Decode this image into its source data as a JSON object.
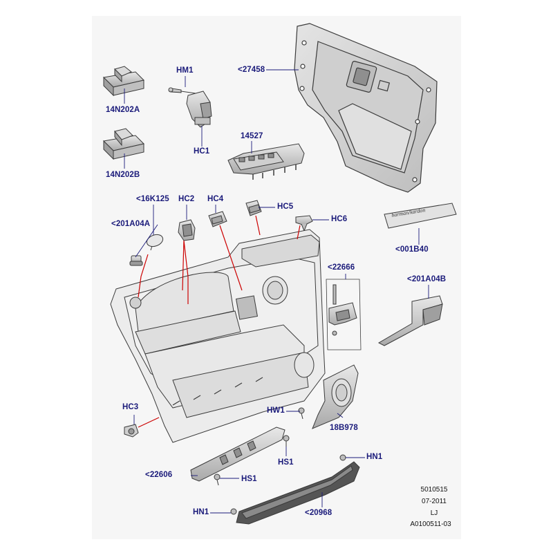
{
  "diagram": {
    "labels": {
      "part_27458": "<27458",
      "hm1": "HM1",
      "hc1": "HC1",
      "part_14527": "14527",
      "part_14n202a": "14N202A",
      "part_14n202b": "14N202B",
      "part_16k125": "<16K125",
      "hc2": "HC2",
      "hc4": "HC4",
      "hc5": "HC5",
      "hc6": "HC6",
      "part_201a04a": "<201A04A",
      "part_001b40": "<001B40",
      "part_22666": "<22666",
      "part_201a04b": "<201A04B",
      "hc3": "HC3",
      "hw1": "HW1",
      "part_18b978": "18B978",
      "hs1_right": "HS1",
      "hn1_right": "HN1",
      "part_22606": "<22606",
      "hs1_left": "HS1",
      "part_20968": "<20968",
      "hn1_left": "HN1"
    },
    "badge_text": "harman/kardon",
    "footer": {
      "code": "5010515",
      "date": "07-2011",
      "initials": "LJ",
      "reference": "A0100511-03"
    },
    "colors": {
      "label": "#1a1a7a",
      "leader": "#1a1a7a",
      "clip_line": "#cc0000",
      "part_fill": "#d9d9d9",
      "part_stroke": "#3a3a3a",
      "background": "#f6f6f6"
    }
  }
}
